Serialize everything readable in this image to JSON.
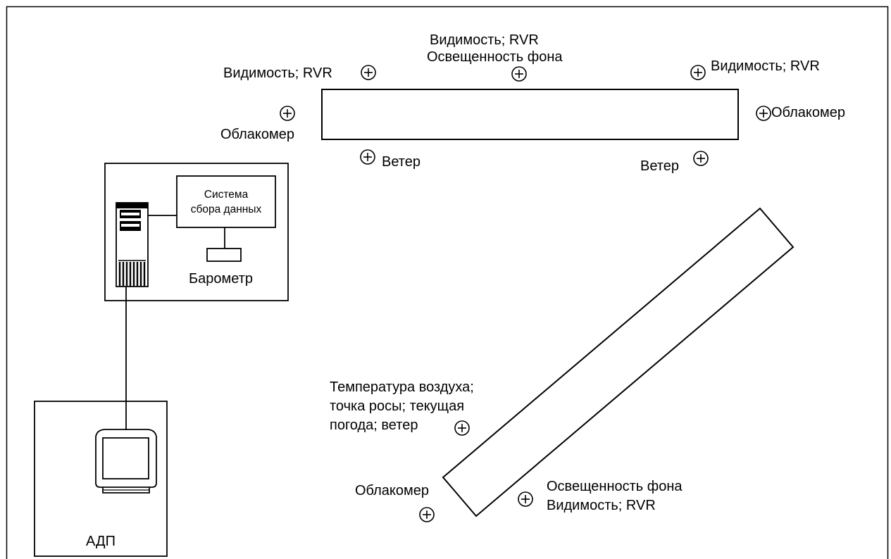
{
  "diagram": {
    "runway_1": {
      "top_left_sensor_label": "Видимость; RVR",
      "top_mid_sensor_label_line1": "Видимость; RVR",
      "top_mid_sensor_label_line2": "Освещенность фона",
      "top_right_sensor_label": "Видимость; RVR",
      "left_ceilometer_label": "Облакомер",
      "right_ceilometer_label": "Облакомер",
      "bottom_left_wind_label": "Ветер",
      "bottom_right_wind_label": "Ветер"
    },
    "runway_2": {
      "weather_station_label_line1": "Температура воздуха;",
      "weather_station_label_line2": "точка росы; текущая",
      "weather_station_label_line3": "погода; ветер",
      "ceilometer_label": "Облакомер",
      "sensor_label_line1": "Освещенность фона",
      "sensor_label_line2": "Видимость; RVR"
    },
    "equipment_room": {
      "data_system_label_line1": "Система",
      "data_system_label_line2": "сбора данных",
      "barometer_label": "Барометр"
    },
    "atc": {
      "label": "АДП"
    }
  }
}
